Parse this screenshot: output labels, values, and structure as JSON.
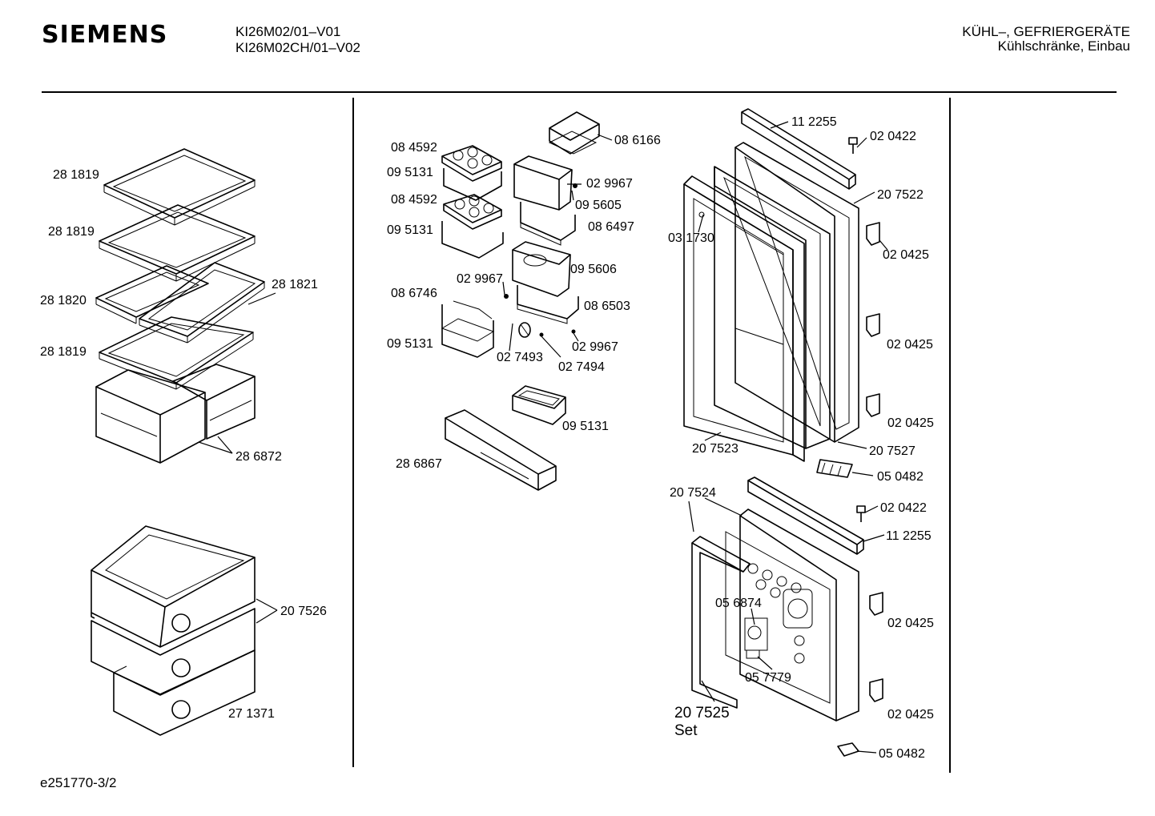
{
  "header": {
    "brand": "SIEMENS",
    "models": [
      "KI26M02/01–V01",
      "KI26M02CH/01–V02"
    ],
    "category": [
      "KÜHL–, GEFRIERGERÄTE",
      "Kühlschränke, Einbau"
    ]
  },
  "footer": {
    "drawing_id": "e251770-3/2"
  },
  "parts": {
    "p281819a": "28 1819",
    "p281819b": "28 1819",
    "p281820": "28 1820",
    "p281821": "28 1821",
    "p281819c": "28 1819",
    "p286872": "28 6872",
    "p207526": "20 7526",
    "p271371": "27 1371",
    "p084592a": "08 4592",
    "p095131a": "09 5131",
    "p084592b": "08 4592",
    "p095131b": "09 5131",
    "p086166": "08 6166",
    "p029967a": "02 9967",
    "p095605": "09 5605",
    "p086497": "08 6497",
    "p095606": "09 5606",
    "p029967b": "02 9967",
    "p086746": "08 6746",
    "p086503": "08 6503",
    "p095131c": "09 5131",
    "p027493": "02 7493",
    "p029967c": "02 9967",
    "p027494": "02 7494",
    "p095131d": "09 5131",
    "p286867": "28 6867",
    "p112255a": "11 2255",
    "p020422a": "02 0422",
    "p207522": "20 7522",
    "p031730": "03 1730",
    "p020425a": "02 0425",
    "p020425b": "02 0425",
    "p020425c": "02 0425",
    "p207523": "20 7523",
    "p207527": "20 7527",
    "p050482a": "05 0482",
    "p207524": "20 7524",
    "p020422b": "02 0422",
    "p112255b": "11 2255",
    "p056874": "05 6874",
    "p020425d": "02 0425",
    "p057779": "05 7779",
    "p207525": "20 7525",
    "p207525set": "Set",
    "p020425e": "02 0425",
    "p050482b": "05 0482"
  }
}
